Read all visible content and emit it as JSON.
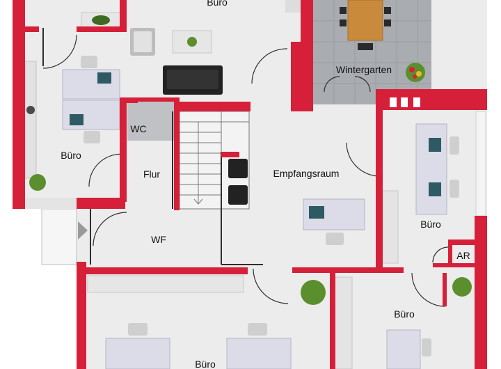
{
  "colors": {
    "wall": "#d6203a",
    "inner_wall": "#2f2f2f",
    "floor": "#ececec",
    "garden_tile": "#a9acb0",
    "table_wood": "#c98a3c",
    "desk": "#dcdce8",
    "plant": "#5b8f2e"
  },
  "rooms": [
    {
      "id": "buero_top",
      "label": "Büro"
    },
    {
      "id": "wintergarten",
      "label": "Wintergarten"
    },
    {
      "id": "wc",
      "label": "WC"
    },
    {
      "id": "buero_left",
      "label": "Büro"
    },
    {
      "id": "flur",
      "label": "Flur"
    },
    {
      "id": "empfangsraum",
      "label": "Empfangsraum"
    },
    {
      "id": "buero_right",
      "label": "Büro"
    },
    {
      "id": "wf",
      "label": "WF"
    },
    {
      "id": "ar",
      "label": "AR"
    },
    {
      "id": "buero_lower_right",
      "label": "Büro"
    },
    {
      "id": "buero_bottom",
      "label": "Büro"
    }
  ]
}
